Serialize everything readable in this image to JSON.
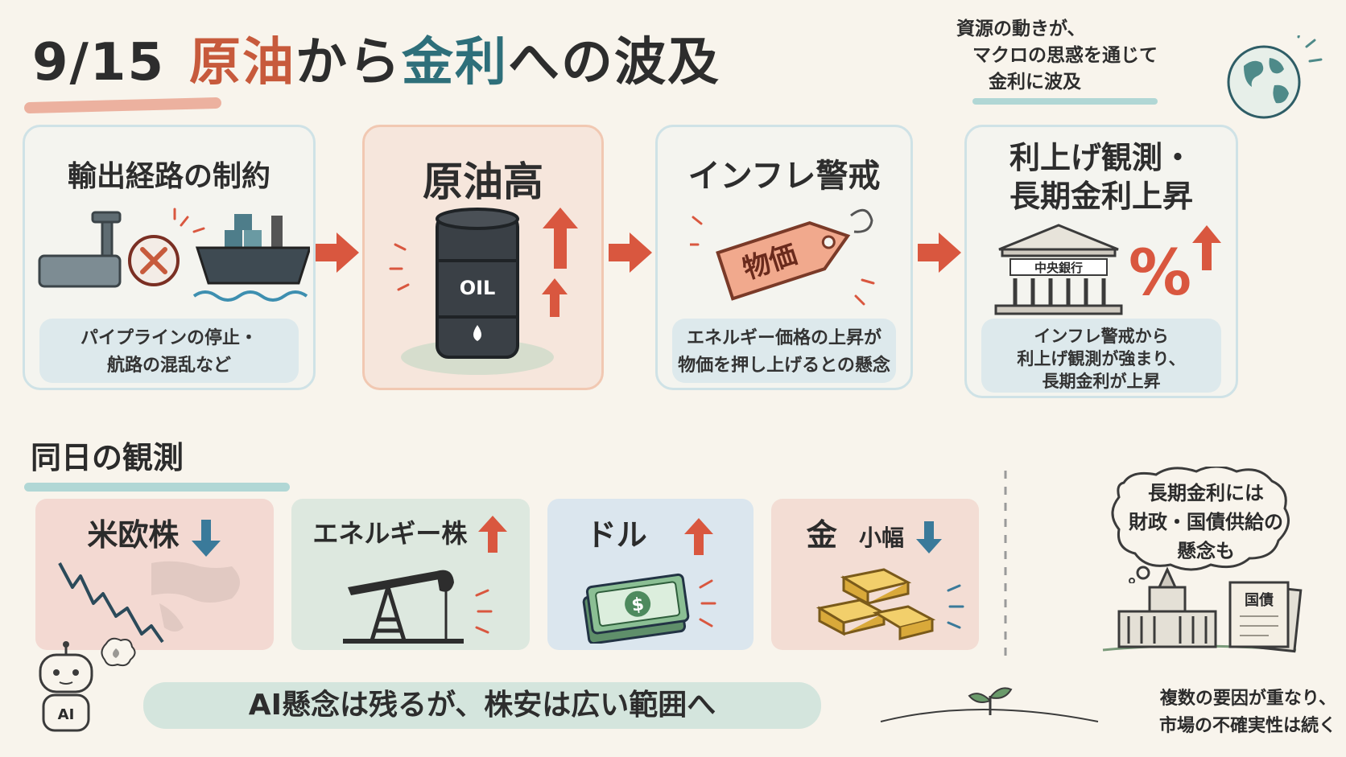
{
  "title": {
    "date": "9/15",
    "oil": "原油",
    "kara": "から",
    "kinri": "金利",
    "rest": "への波及"
  },
  "subtitle": {
    "line1": "資源の動きが、",
    "line2": "マクロの思惑を通じて",
    "line3": "金利に波及"
  },
  "flow": [
    {
      "title": "輸出経路の制約",
      "note_line1": "パイプラインの停止・",
      "note_line2": "航路の混乱など"
    },
    {
      "title": "原油高",
      "barrel_label": "OIL"
    },
    {
      "title": "インフレ警戒",
      "tag_label": "物価",
      "note_line1": "エネルギー価格の上昇が",
      "note_line2": "物価を押し上げるとの懸念"
    },
    {
      "title_line1": "利上げ観測・",
      "title_line2": "長期金利上昇",
      "bank_label": "中央銀行",
      "percent": "%",
      "note_line1": "インフレ警戒から",
      "note_line2": "利上げ観測が強まり、",
      "note_line3": "長期金利が上昇"
    }
  ],
  "observations_title": "同日の観測",
  "observations": [
    {
      "label": "米欧株",
      "direction": "down"
    },
    {
      "label": "エネルギー株",
      "direction": "up"
    },
    {
      "label": "ドル",
      "direction": "up",
      "icon_text": "$"
    },
    {
      "label_big": "金",
      "label_small": "小幅",
      "direction": "down"
    }
  ],
  "banner": "AI懸念は残るが、株安は広い範囲へ",
  "robot_label": "AI",
  "bubble": {
    "line1": "長期金利には",
    "line2": "財政・国債供給の",
    "line3": "懸念も"
  },
  "bond_label": "国債",
  "footer": {
    "line1": "複数の要因が重なり、",
    "line2": "市場の不確実性は続く"
  },
  "colors": {
    "orange": "#c75a3c",
    "teal": "#2e6f7a",
    "arrow": "#d9573f",
    "blue_arrow": "#3a7a9a"
  }
}
